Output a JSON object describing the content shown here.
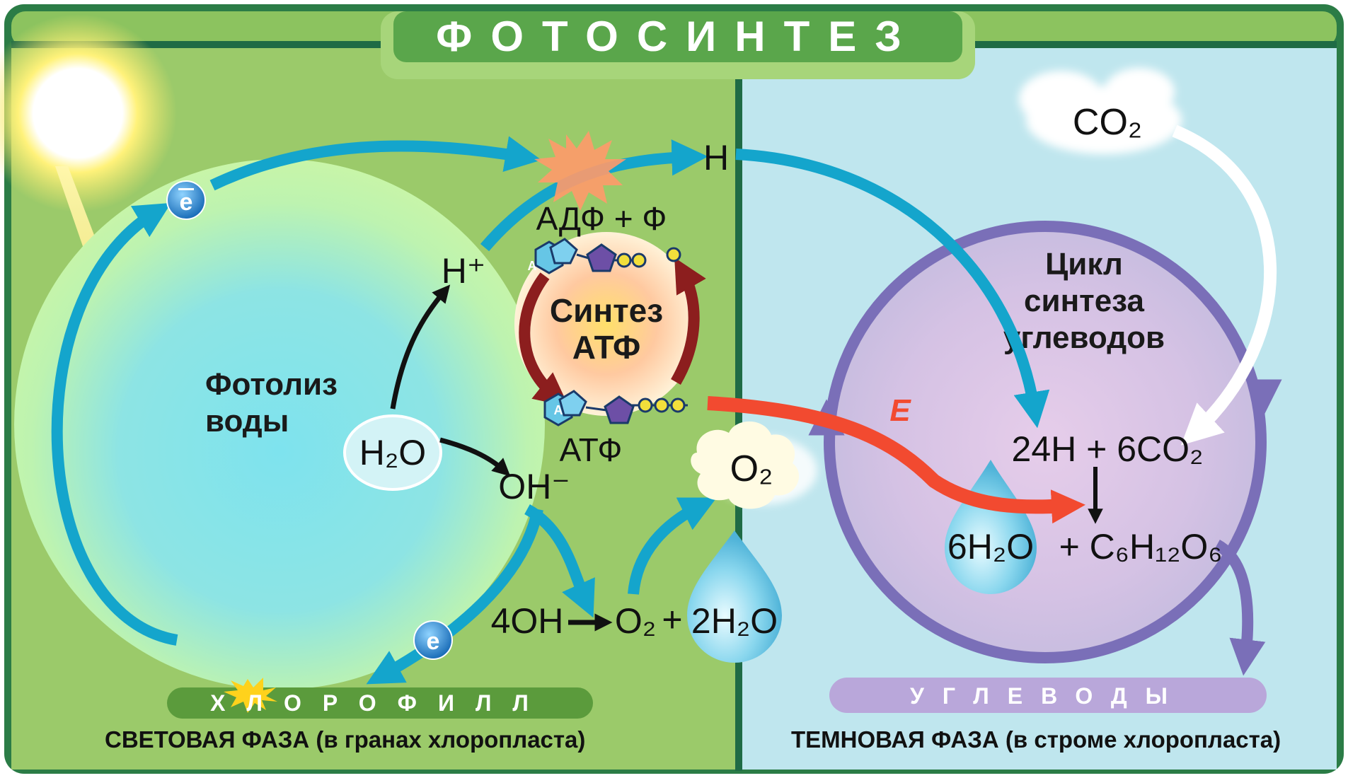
{
  "title": "ФОТОСИНТЕЗ",
  "light_phase": {
    "caption_bold": "СВЕТОВАЯ ФАЗА",
    "caption_rest": " (в гранах хлоропласта)",
    "chlorophyll": "ХЛОРОФИЛЛ",
    "photolysis_line1": "Фотолиз",
    "photolysis_line2": "воды",
    "electron": "e",
    "h2o": "H₂O",
    "oh_minus": "OH⁻",
    "h_plus": "H⁺",
    "h": "H",
    "four_oh": "4OH",
    "o2_product": "O₂",
    "plus": "+",
    "two_h2o": "2H₂O",
    "o2_cloud": "O₂",
    "adp": "АДФ + Ф",
    "atp": "АТФ",
    "atp_synthesis_line1": "Синтез",
    "atp_synthesis_line2": "АТФ",
    "adenine_letter": "A"
  },
  "dark_phase": {
    "caption_bold": "ТЕМНОВАЯ ФАЗА",
    "caption_rest": " (в строме хлоропласта)",
    "carbohydrates": "УГЛЕВОДЫ",
    "cycle_line1": "Цикл",
    "cycle_line2": "синтеза",
    "cycle_line3": "углеводов",
    "co2": "CO₂",
    "energy": "E",
    "reaction_left": "24H + 6CO₂",
    "product_water": "6H₂O",
    "product_glucose": "+ C₆H₁₂O₆"
  },
  "colors": {
    "frame": "#2b7c46",
    "light_bg": "#9bca6a",
    "dark_bg": "#bfe6ee",
    "title_bg": "#5aa64b",
    "arrow_cyan": "#14a5cc",
    "cycle_purple": "#7a6fb8",
    "energy_red": "#f24a30",
    "atp_arrow": "#8c1e1e"
  }
}
